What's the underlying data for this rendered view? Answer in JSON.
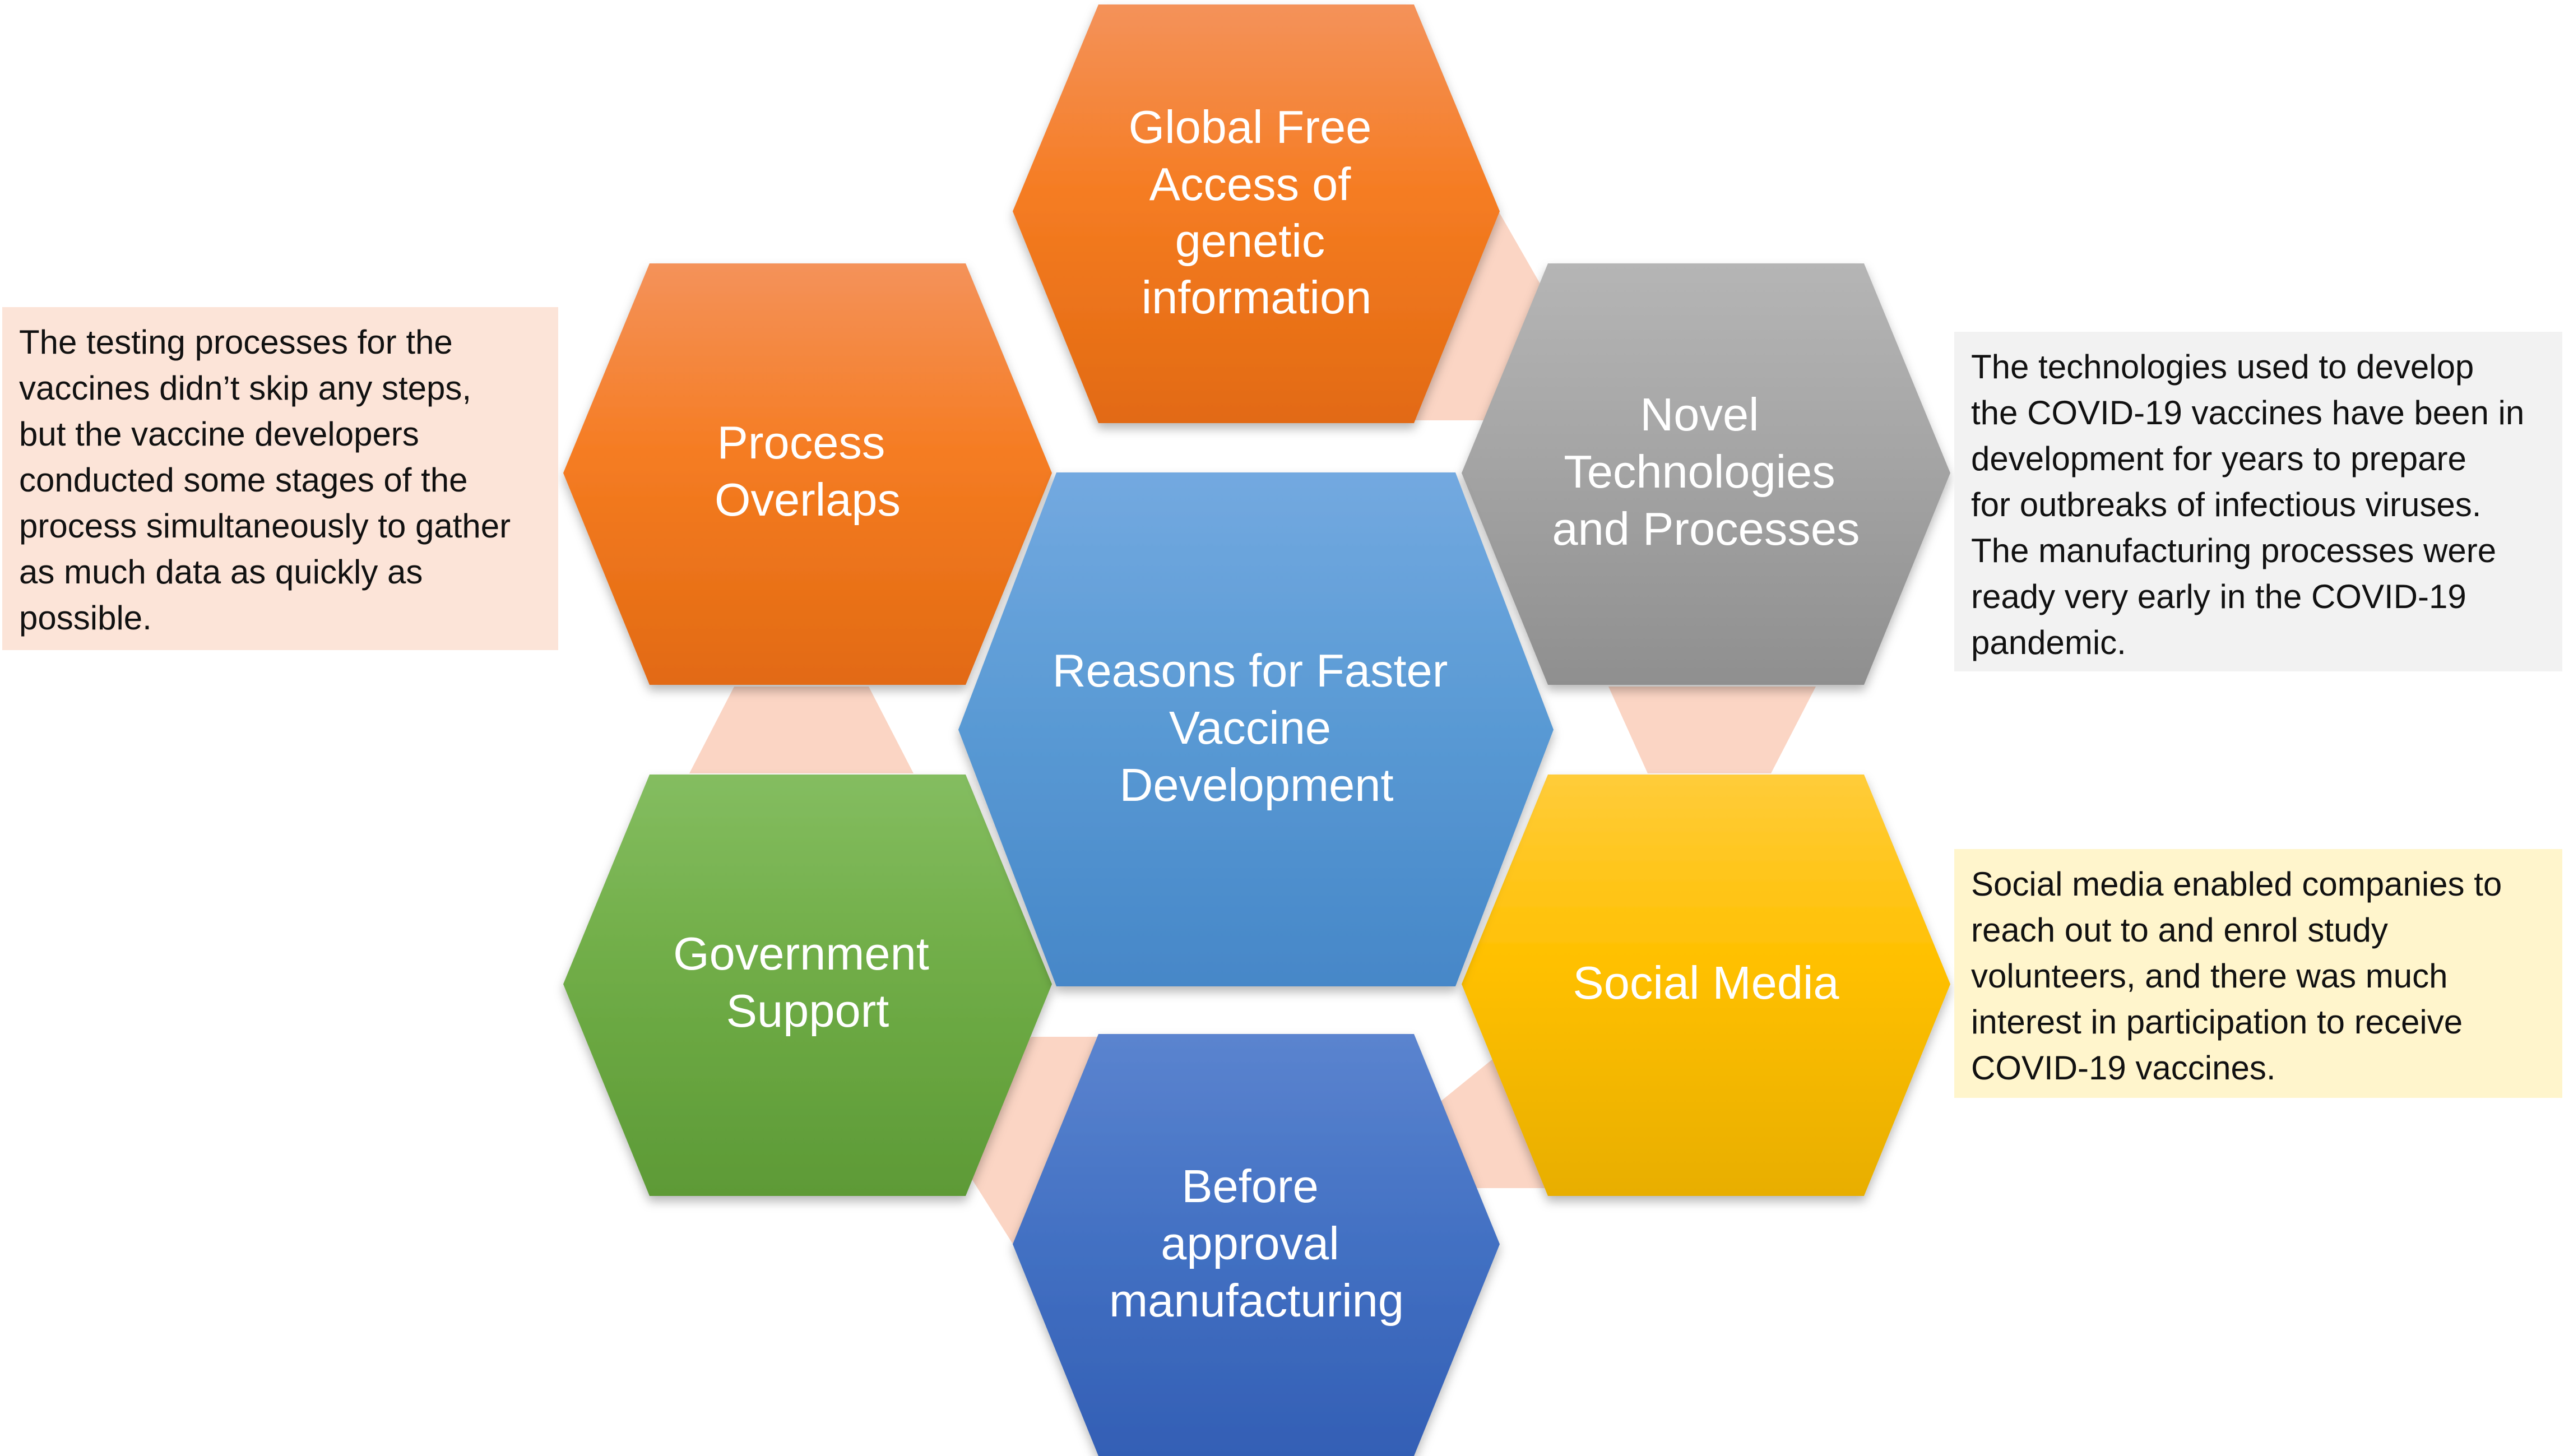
{
  "diagram": {
    "center": {
      "lines": [
        "Reasons for Faster",
        "Vaccine",
        "Development"
      ],
      "color": "#5b9bd5"
    },
    "nodes": [
      {
        "id": "global-free-access",
        "lines": [
          "Global Free",
          "Access of",
          "genetic",
          "information"
        ],
        "color": "#ed7d31"
      },
      {
        "id": "novel-technologies",
        "lines": [
          "Novel",
          "Technologies",
          "and Processes"
        ],
        "color": "#a5a5a5"
      },
      {
        "id": "social-media",
        "lines": [
          "Social Media"
        ],
        "color": "#ffc000"
      },
      {
        "id": "before-approval-manufacturing",
        "lines": [
          "Before",
          "approval",
          "manufacturing"
        ],
        "color": "#4472c4"
      },
      {
        "id": "government-support",
        "lines": [
          "Government",
          "Support"
        ],
        "color": "#70ad47"
      },
      {
        "id": "process-overlaps",
        "lines": [
          "Process",
          "Overlaps"
        ],
        "color": "#ed7d31"
      }
    ],
    "connector_color": "#f8cbad"
  },
  "notes": {
    "process_overlaps": "The testing processes for the\nvaccines didn’t skip any steps,\nbut the vaccine developers\nconducted some stages of the\nprocess simultaneously to gather\nas much data as quickly as\npossible.",
    "novel_technologies": "The technologies used to develop\nthe COVID-19 vaccines have been in\ndevelopment for years to prepare\nfor outbreaks of infectious viruses.\nThe manufacturing processes were\nready very early in the COVID-19\npandemic.",
    "social_media": "Social media enabled companies to\nreach out to and enrol study\nvolunteers, and there was much\ninterest in participation to receive\nCOVID-19 vaccines."
  }
}
